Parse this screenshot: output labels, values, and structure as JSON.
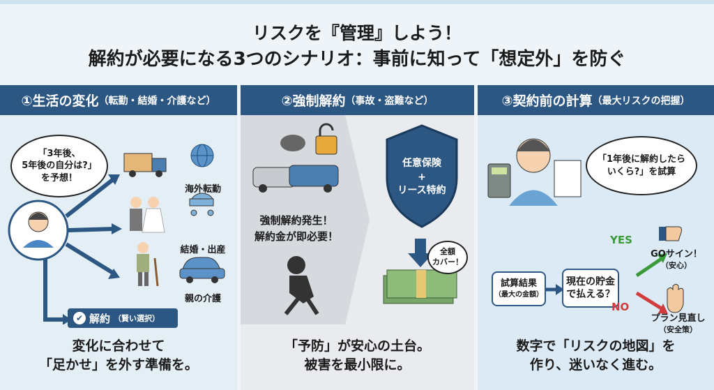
{
  "title": {
    "line1": "リスクを『管理』しよう！",
    "line2": "解約が必要になる3つのシナリオ：事前に知って「想定外」を防ぐ"
  },
  "panels": [
    {
      "heading": "①生活の変化",
      "sub": "（転勤・結婚・介護など）",
      "bubble": [
        "「3年後、",
        "5年後の自分は?」",
        "を予想！"
      ],
      "items": [
        "海外転勤",
        "結婚・出産",
        "親の介護"
      ],
      "badge": "解約",
      "badge_sub": "（賢い選択）",
      "caption": [
        "変化に合わせて",
        "「足かせ」を外す準備を。"
      ]
    },
    {
      "heading": "②強制解約",
      "sub": "（事故・盗難など）",
      "event": [
        "強制解約発生！",
        "解約金が即必要！"
      ],
      "shield": [
        "任意保険",
        "+",
        "リース特約"
      ],
      "cover": [
        "全額",
        "カバー！"
      ],
      "caption": [
        "「予防」が安心の土台。",
        "被害を最小限に。"
      ]
    },
    {
      "heading": "③契約前の計算",
      "sub": "（最大リスクの把握）",
      "bubble": [
        "「1年後に解約したら",
        "いくら?」を試算"
      ],
      "box1": [
        "試算結果",
        "（最大の金額）"
      ],
      "box2": [
        "現在の貯金",
        "で払える？"
      ],
      "yes": "YES",
      "no": "NO",
      "go": [
        "GOサイン！",
        "（安心）"
      ],
      "review": [
        "プラン見直し",
        "（安全策）"
      ],
      "caption": [
        "数字で「リスクの地図」を",
        "作り、迷いなく進む。"
      ]
    }
  ],
  "colors": {
    "navy": "#2c5783",
    "yes": "#3a9a3a",
    "no": "#d13b3b"
  }
}
